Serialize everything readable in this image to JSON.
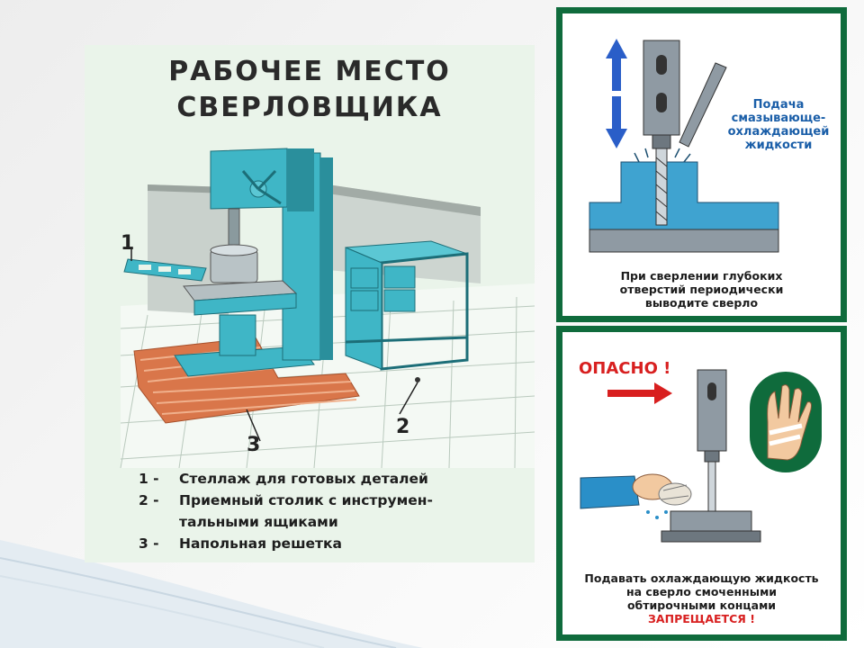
{
  "poster_left": {
    "title_line1": "РАБОЧЕЕ МЕСТО",
    "title_line2": "СВЕРЛОВЩИКА",
    "callouts": [
      "1",
      "2",
      "3"
    ],
    "legend": [
      {
        "num": "1 -",
        "text": "Стеллаж для готовых деталей"
      },
      {
        "num": "2 -",
        "text": "Приемный столик с инструмен-"
      },
      {
        "num": "",
        "text": "тальными ящиками"
      },
      {
        "num": "3 -",
        "text": "Напольная решетка"
      }
    ]
  },
  "panel_top": {
    "feed_label": [
      "Подача",
      "смазывающе-",
      "охлаждающей",
      "жидкости"
    ],
    "caption": [
      "При сверлении глубоких",
      "отверстий периодически",
      "выводите сверло"
    ]
  },
  "panel_bottom": {
    "danger": "ОПАСНО !",
    "caption": [
      "Подавать охлаждающую жидкость",
      "на сверло смоченными",
      "обтирочными концами"
    ],
    "forbidden": "ЗАПРЕЩАЕТСЯ !"
  },
  "colors": {
    "machine": "#3fb6c6",
    "panel_border": "#0f6b3c",
    "grate": "#d9764a",
    "label_blue": "#1a5ea8",
    "danger_red": "#d81f1f"
  }
}
